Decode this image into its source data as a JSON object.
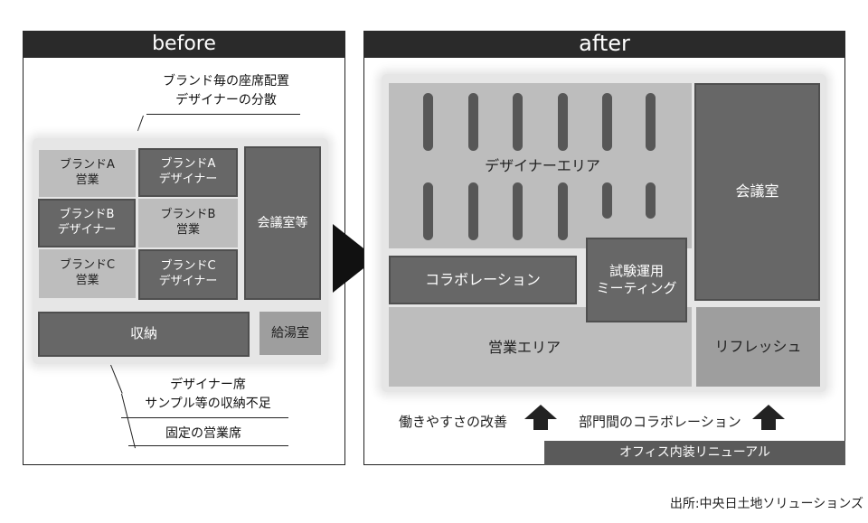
{
  "before": {
    "title": "before",
    "top_note": "ブランド毎の座席配置\nデザイナーの分散",
    "cells": [
      "ブランドA\n営業",
      "ブランドA\nデザイナー",
      "ブランドB\nデザイナー",
      "ブランドB\n営業",
      "ブランドC\n営業",
      "ブランドC\nデザイナー"
    ],
    "meeting": "会議室等",
    "storage": "収納",
    "kitchen": "給湯室",
    "bottom_note1": "デザイナー席\nサンプル等の収納不足",
    "bottom_note2": "固定の営業席"
  },
  "after": {
    "title": "after",
    "designer_area": "デザイナーエリア",
    "collab": "コラボレーション",
    "trial_meeting": "試験運用\nミーティング",
    "meeting_room": "会議室",
    "sales_area": "営業エリア",
    "refresh": "リフレッシュ",
    "benefit1": "働きやすさの改善",
    "benefit2": "部門間のコラボレーション",
    "renewal": "オフィス内装リニューアル"
  },
  "source": "出所:中央日土地ソリューションズ",
  "colors": {
    "header": "#2a2a2a",
    "dark_block": "#676767",
    "light_block": "#bdbdbd",
    "mid_block": "#9e9e9e"
  }
}
